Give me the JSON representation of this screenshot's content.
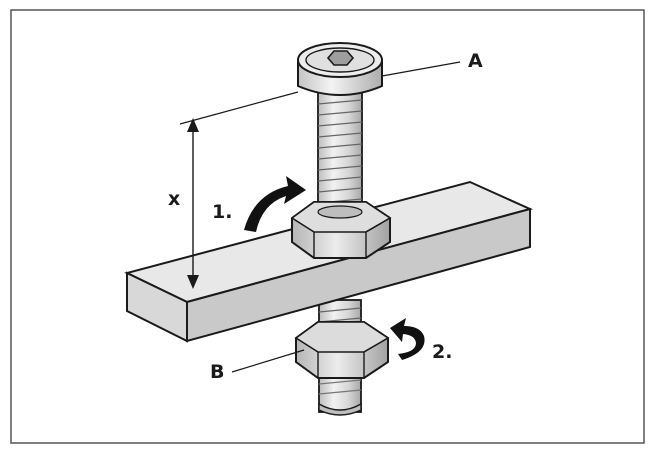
{
  "labels": {
    "bolt": "A",
    "nut": "B",
    "step_one": "1.",
    "step_two": "2.",
    "dimension": "x"
  },
  "colors": {
    "frame": "#555555",
    "metal_light": "#e8e8e8",
    "metal_mid": "#cfcfcf",
    "metal_dark": "#a9a9a9",
    "outline": "#1a1a1a",
    "arrow": "#111111"
  }
}
